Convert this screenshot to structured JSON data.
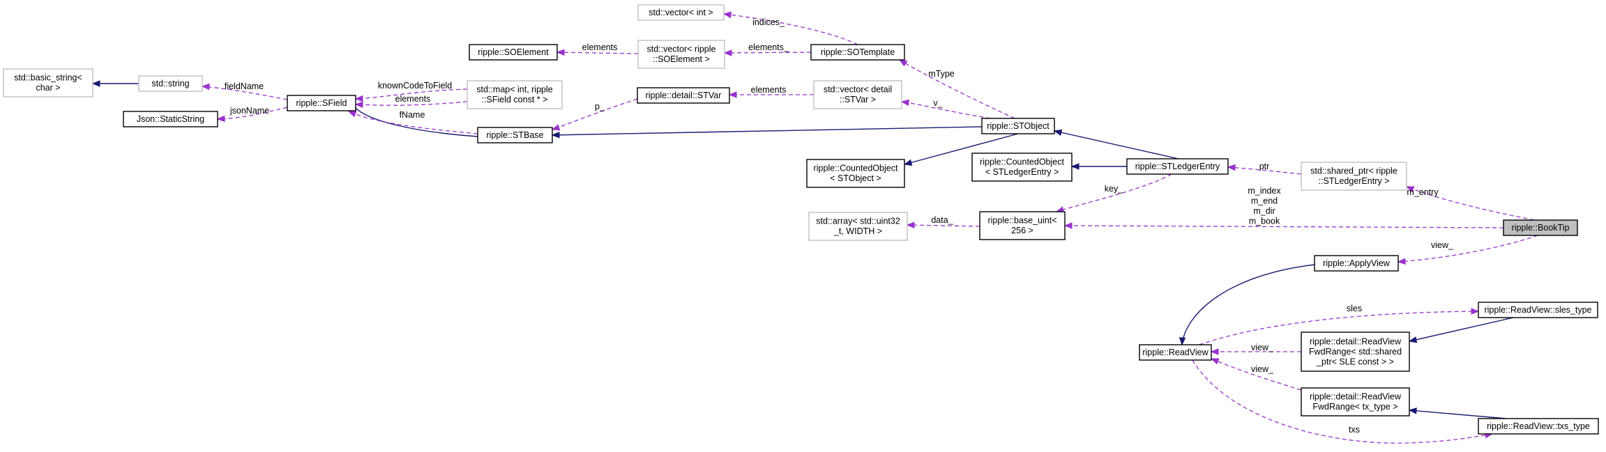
{
  "nodes": {
    "basic_string": [
      "std::basic_string<",
      "char >"
    ],
    "string": [
      "std::string"
    ],
    "static_string": [
      "Json::StaticString"
    ],
    "sfield": [
      "ripple::SField"
    ],
    "map": [
      "std::map< int, ripple",
      "::SField const * >"
    ],
    "soelement": [
      "ripple::SOElement"
    ],
    "vector_int": [
      "std::vector< int >"
    ],
    "vector_soelement": [
      "std::vector< ripple",
      "::SOElement >"
    ],
    "sotemplate": [
      "ripple::SOTemplate"
    ],
    "stvar": [
      "ripple::detail::STVar"
    ],
    "vector_stvar": [
      "std::vector< detail",
      "::STVar >"
    ],
    "stbase": [
      "ripple::STBase"
    ],
    "stobject": [
      "ripple::STObject"
    ],
    "counted_stobject": [
      "ripple::CountedObject",
      "< STObject >"
    ],
    "counted_stledger": [
      "ripple::CountedObject",
      "< STLedgerEntry >"
    ],
    "stledgerentry": [
      "ripple::STLedgerEntry"
    ],
    "shared_ptr": [
      "std::shared_ptr< ripple",
      "::STLedgerEntry >"
    ],
    "array": [
      "std::array< std::uint32",
      "_t, WIDTH >"
    ],
    "base_uint": [
      "ripple::base_uint<",
      "256 >"
    ],
    "booktip": [
      "ripple::BookTip"
    ],
    "applyview": [
      "ripple::ApplyView"
    ],
    "readview": [
      "ripple::ReadView"
    ],
    "sles_type": [
      "ripple::ReadView::sles_type"
    ],
    "fwdrange_sle": [
      "ripple::detail::ReadView",
      "FwdRange< std::shared",
      "_ptr< SLE const > >"
    ],
    "fwdrange_tx": [
      "ripple::detail::ReadView",
      "FwdRange< tx_type >"
    ],
    "txs_type": [
      "ripple::ReadView::txs_type"
    ]
  },
  "edges": {
    "fieldName": [
      "fieldName"
    ],
    "jsonName": [
      "jsonName"
    ],
    "knownCodeToField": [
      "knownCodeToField"
    ],
    "elements_map": [
      "elements"
    ],
    "fName": [
      "fName"
    ],
    "p_": [
      "p_"
    ],
    "elements_stvar": [
      "elements"
    ],
    "elements_so": [
      "elements"
    ],
    "elements_tpl": [
      "elements_"
    ],
    "indices_": [
      "indices_"
    ],
    "mType": [
      "mType"
    ],
    "v_": [
      "v_"
    ],
    "ptr": [
      "ptr"
    ],
    "key_": [
      "key_"
    ],
    "data_": [
      "data_"
    ],
    "m_entry": [
      "m_entry"
    ],
    "bt_base": [
      "m_index",
      "m_end",
      "m_dir",
      "m_book"
    ],
    "view_applyview": [
      "view_"
    ],
    "sles": [
      "sles"
    ],
    "view_sle": [
      "view_"
    ],
    "view_tx": [
      "view_"
    ],
    "txs": [
      "txs"
    ]
  }
}
